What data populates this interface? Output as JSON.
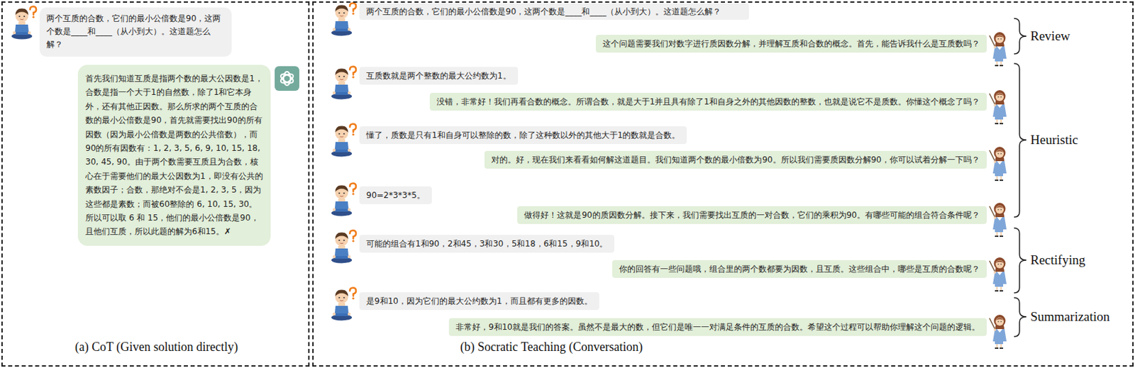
{
  "diagram": {
    "nodes": [
      {
        "text": [
          "(a) CoT (Given solution directly)"
        ]
      },
      {
        "text": [
          "两个互质的合数，它们的最小公倍数是90，这两个数是____和____（从小到大）。这道题怎么解？"
        ],
        "in": 0
      },
      {
        "text": [
          "首先我们知道互质是指两个数的最大公因数是1，合数是指一个大于1的自然数，除了1和它本身外，还有其他正因数。那么所求的两个互质的合数的最小公倍数是90，首先就需要找出90的所有因数（因为最小公倍数是两数的公共倍数），而90的所有因数有：1, 2, 3, 5, 6, 9, 10, 15, 18, 30, 45, 90。由于两个数需要互质且为合数，核心在于需要他们的最大公因数为1，即没有公共的素数因子；合数，那绝对不会是1, 2, 3, 5，因为这些都是素数；而被60整除的 6, 10, 15, 30。所以可以取 6 和 15，他们的最小公倍数是90，且他们互质，所以此题的解为6和15。",
          "✗"
        ],
        "in": 0
      },
      {
        "text": [
          "(b) Socratic Teaching (Conversation)"
        ]
      },
      {
        "text": [
          "两个互质的合数，它们的最小公倍数是90，这两个数是____和____（从小到大）。这道题怎么解？"
        ],
        "in": 3
      },
      {
        "text": [
          "这个问题需要我们对数字进行质因数分解，并理解互质和合数的概念。首先，能告诉我什么是互质数吗？"
        ],
        "in": 3
      },
      {
        "text": [
          "互质数就是两个整数的最大公约数为1。"
        ],
        "in": 3
      },
      {
        "text": [
          "没错，非常好！我们再看合数的概念。所谓合数，就是大于1并且具有除了1和自身之外的其他因数的整数，也就是说它不是质数。你懂这个概念了吗？"
        ],
        "in": 3
      },
      {
        "text": [
          "懂了，质数是只有1和自身可以整除的数，除了这种数以外的其他大于1的数就是合数。"
        ],
        "in": 3
      },
      {
        "text": [
          "对的。好，现在我们来看看如何解这道题目。我们知道两个数的最小倍数为90。所以我们需要质因数分解90，你可以试着分解一下吗？"
        ],
        "in": 3
      },
      {
        "text": [
          "90=2*3*3*5。"
        ],
        "in": 3
      },
      {
        "text": [
          "做得好！这就是90的质因数分解。接下来，我们需要找出互质的一对合数，它们的乘积为90。有哪些可能的组合符合条件呢？"
        ],
        "in": 3
      },
      {
        "text": [
          "可能的组合有1和90，2和45，3和30，5和18，6和15，9和10。"
        ],
        "in": 3
      },
      {
        "text": [
          "你的回答有一些问题哦，组合里的两个数都要为因数，且互质。这些组合中，哪些是互质的合数呢？"
        ],
        "in": 3
      },
      {
        "text": [
          "是9和10，因为它们的最大公约数为1，而且都有更多的因数。"
        ],
        "in": 3
      },
      {
        "text": [
          "非常好，9和10就是我们的答案。虽然不是最大的数，但它们是唯一一对满足条件的互质的合数。希望这个过程可以帮助你理解这个问题的逻辑。"
        ],
        "in": 3
      }
    ],
    "labels": [
      "Review",
      "Heuristic",
      "Rectifying",
      "Summarization"
    ]
  }
}
